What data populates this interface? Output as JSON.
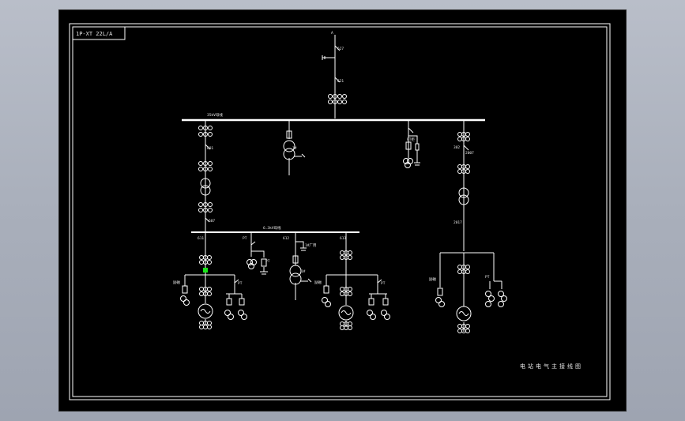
{
  "title_block": {
    "drawing_number": "1P-XT 22L/A",
    "drawing_title": "电站电气主接线图"
  },
  "labels": {
    "incoming_top": "A",
    "incoming_switch": "627",
    "incoming_breaker": "621",
    "main_bus": "35kV母线",
    "station_transformer": "1#",
    "left_branch_switch": "601",
    "left_branch_lower": "607",
    "right_feeder_breaker": "302",
    "right_feeder_switch": "2007",
    "right_branch_breaker": "2017",
    "lower_bus": "6.3kV母线",
    "lower_feed_1": "611",
    "lower_feed_2": "PT",
    "lower_feed_3": "612",
    "lower_feed_4": "613",
    "lower_tr_side": "1#厂用",
    "lower_tr": "1#",
    "pt_cubicle": "PT柜",
    "gen_left_excitation": "励磁",
    "gen_left_pt": "PT",
    "gen_mid_excitation": "励磁",
    "gen_mid_pt": "PT",
    "gen_right_excitation": "励磁",
    "gen_right_pt": "PT",
    "ground_tr": "PT"
  },
  "colors": {
    "line": "#ffffff",
    "highlight": "#19e619",
    "sheet": "#000000"
  },
  "icons": [
    "generator-icon",
    "transformer-icon",
    "current-transformer-icon",
    "ground-icon",
    "fuse-icon"
  ]
}
